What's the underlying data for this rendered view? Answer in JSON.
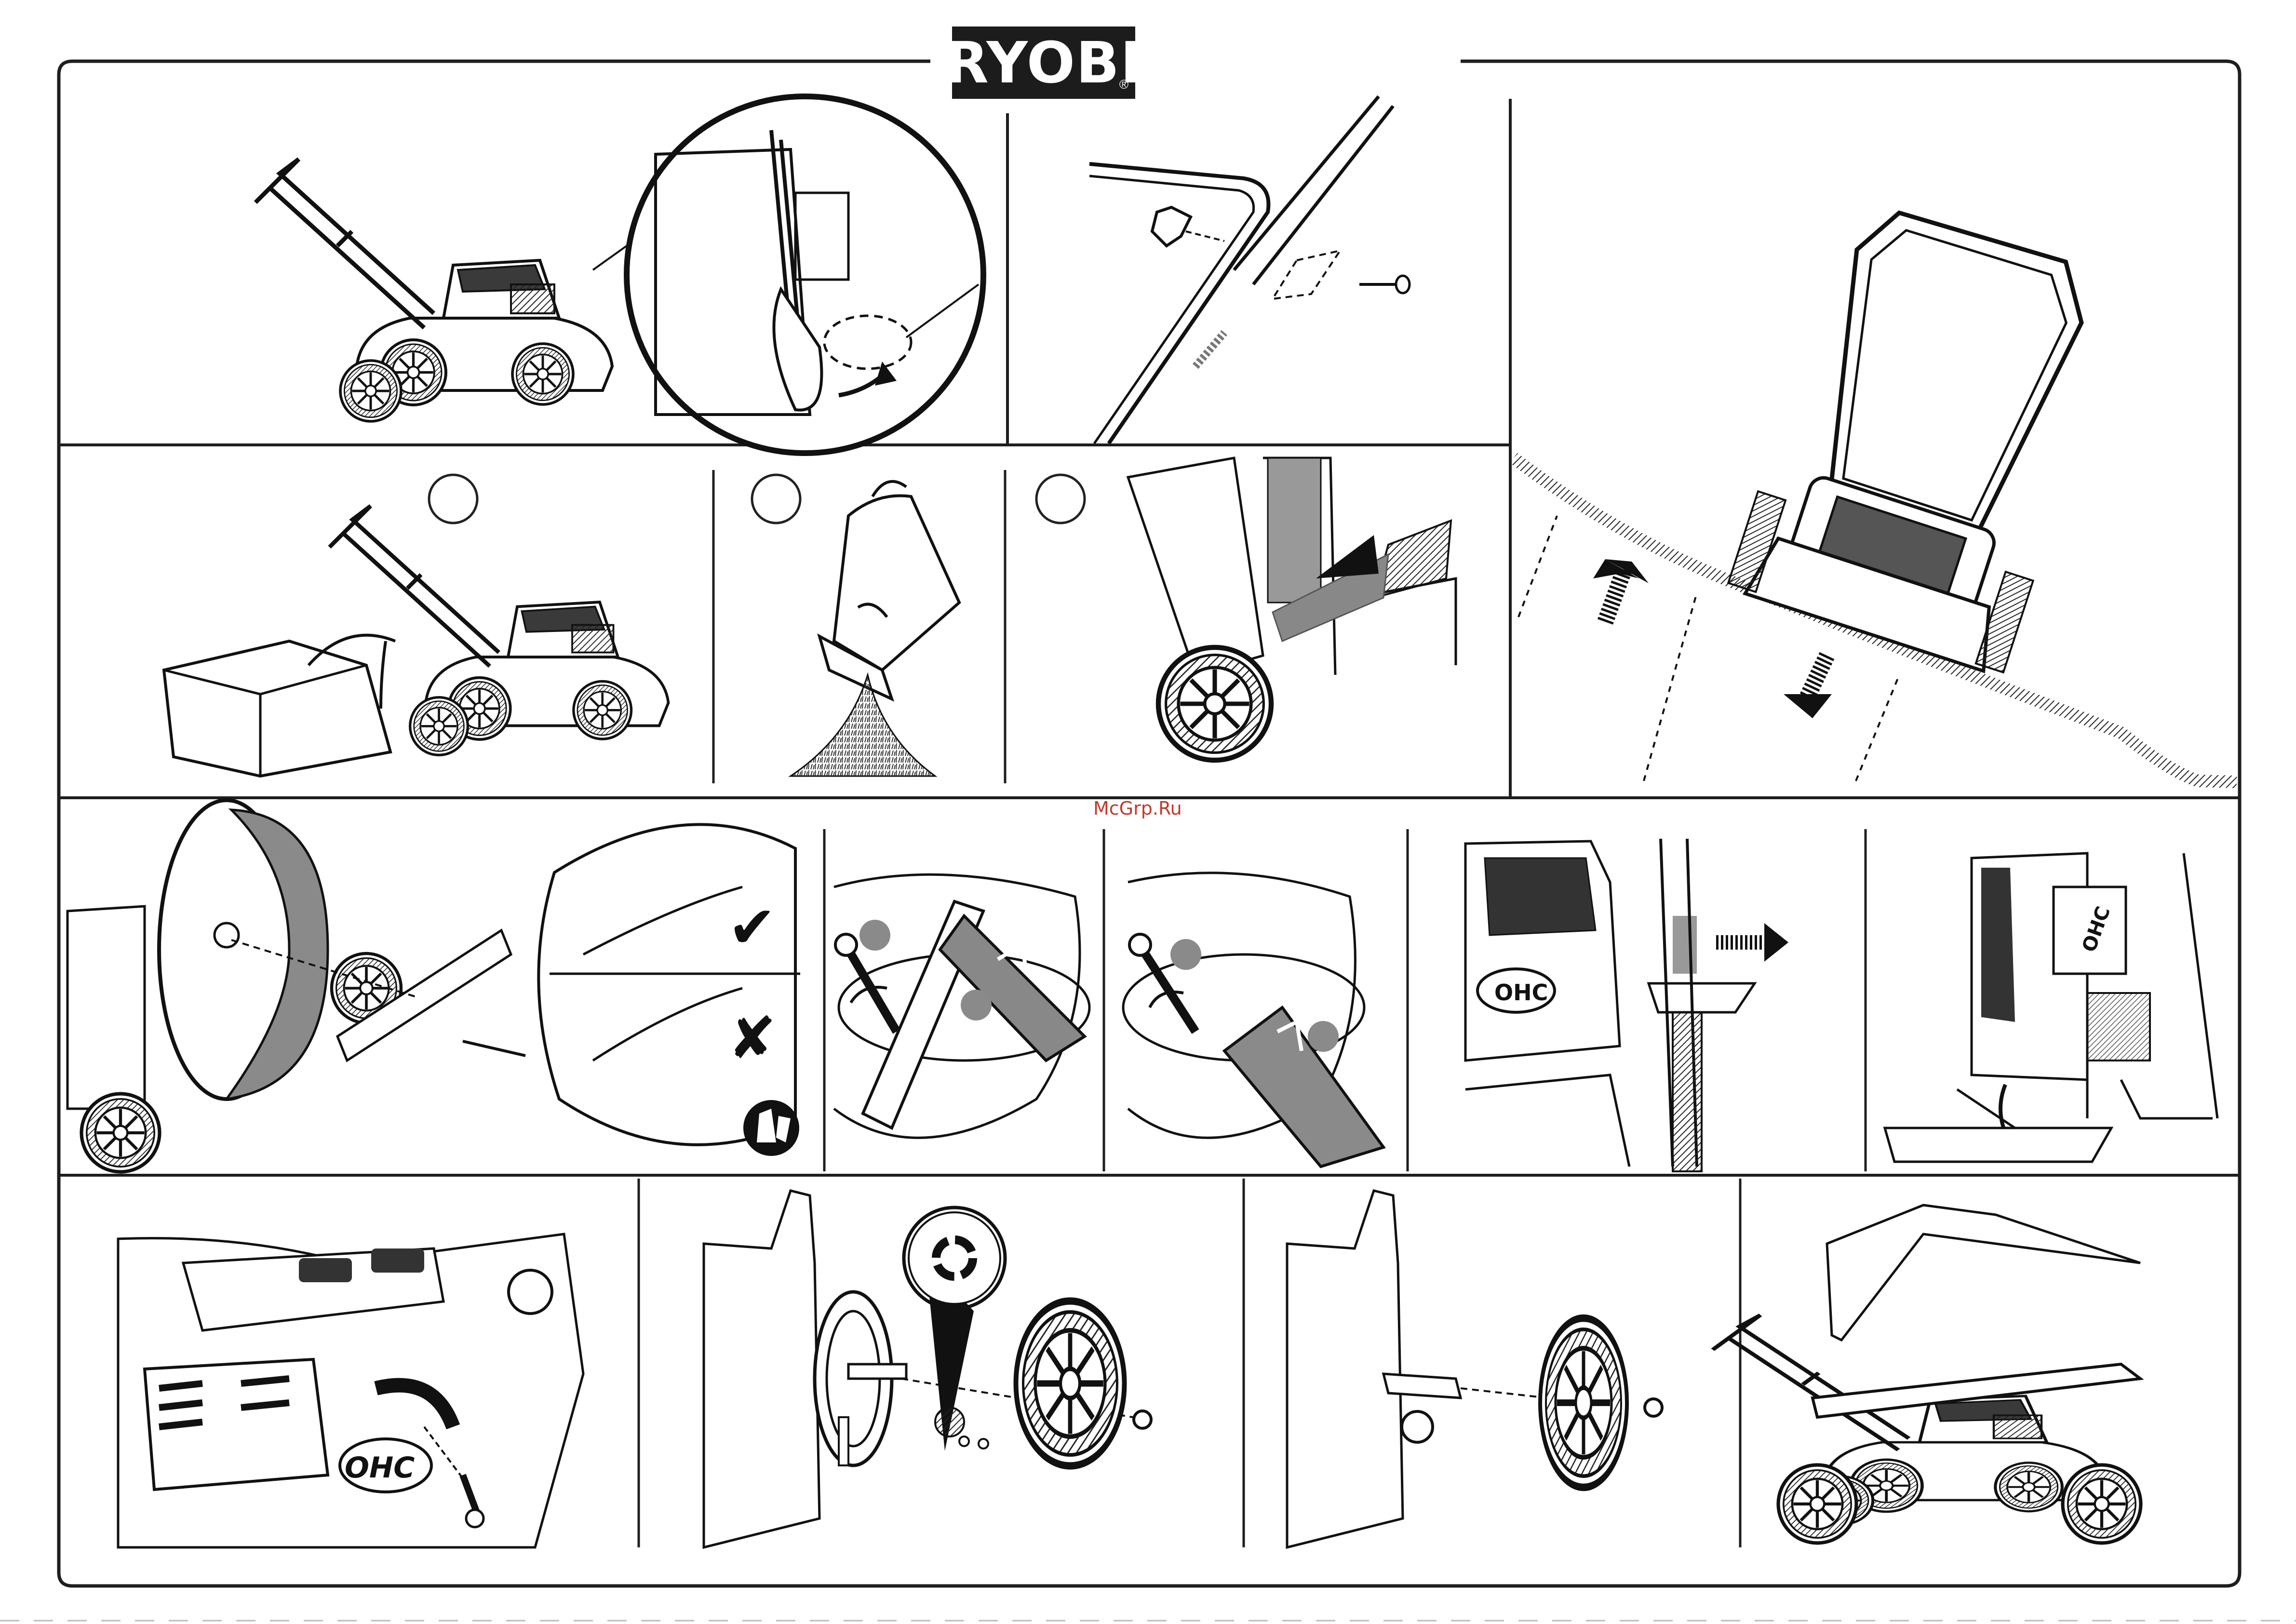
{
  "brand": {
    "name": "RYOBI",
    "registered": "®"
  },
  "watermark": "McGrp.Ru",
  "colors": {
    "line": "#1e1e1e",
    "dark": "#1c1c1c",
    "gray": "#8c8c8c",
    "light_gray": "#c8c8c8",
    "watermark": "#c0392b"
  },
  "panels": {
    "p1": {
      "icon": "mower-height-lever-icon"
    },
    "p2": {
      "icon": "handle-knob-bolt-icon"
    },
    "p3": {
      "icon": "mower-on-slope-icon"
    },
    "p4": {
      "icon": "grass-bag-attach-icon"
    },
    "p5": {
      "icon": "empty-grass-bag-icon"
    },
    "p6": {
      "icon": "mulch-plug-insert-icon"
    },
    "p7": {
      "icon": "blade-orientation-icon",
      "marks": [
        "✔",
        "✘"
      ],
      "glove_icon": "gloves-icon"
    },
    "p8": {
      "icon": "blade-remove-wrench-icon"
    },
    "p9": {
      "icon": "blade-install-wrench-icon"
    },
    "p10": {
      "icon": "oil-drain-icon",
      "label": "OHC"
    },
    "p11": {
      "icon": "oil-tilt-drain-icon",
      "label": "OHC"
    },
    "p12": {
      "icon": "spark-plug-icon",
      "label": "OHC"
    },
    "p13": {
      "icon": "rear-wheel-gear-assembly-icon"
    },
    "p14": {
      "icon": "front-wheel-assembly-icon"
    },
    "p15": {
      "icon": "mower-folded-storage-icon"
    }
  }
}
